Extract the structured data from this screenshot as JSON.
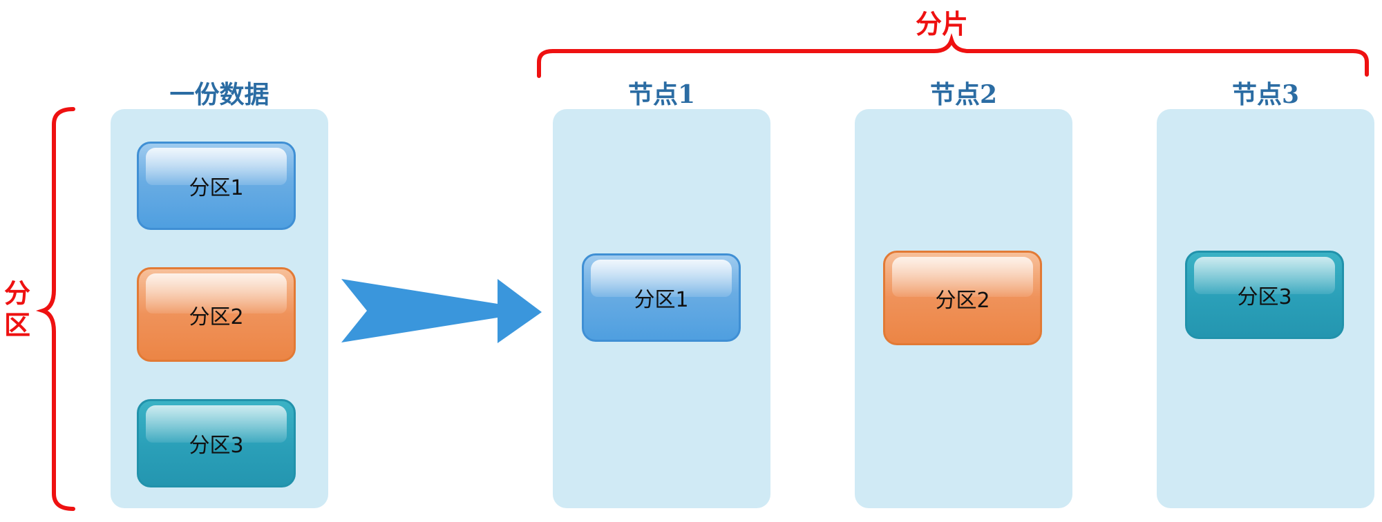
{
  "source": {
    "title": "一份数据",
    "partitions": [
      {
        "label": "分区1",
        "color": "#5aa6e2"
      },
      {
        "label": "分区2",
        "color": "#ef8c50"
      },
      {
        "label": "分区3",
        "color": "#2a9fb8"
      }
    ]
  },
  "annotations": {
    "partition_char_1": "分",
    "partition_char_2": "区",
    "sharding_label": "分片",
    "bracket_color": "#ee1111"
  },
  "arrow": {
    "color": "#3a96dc",
    "icon": "arrow-right-icon"
  },
  "nodes": [
    {
      "title": "节点1",
      "partition": "分区1"
    },
    {
      "title": "节点2",
      "partition": "分区2"
    },
    {
      "title": "节点3",
      "partition": "分区3"
    }
  ],
  "colors": {
    "panel": "#d0eaf5",
    "title": "#2b6ca3"
  }
}
